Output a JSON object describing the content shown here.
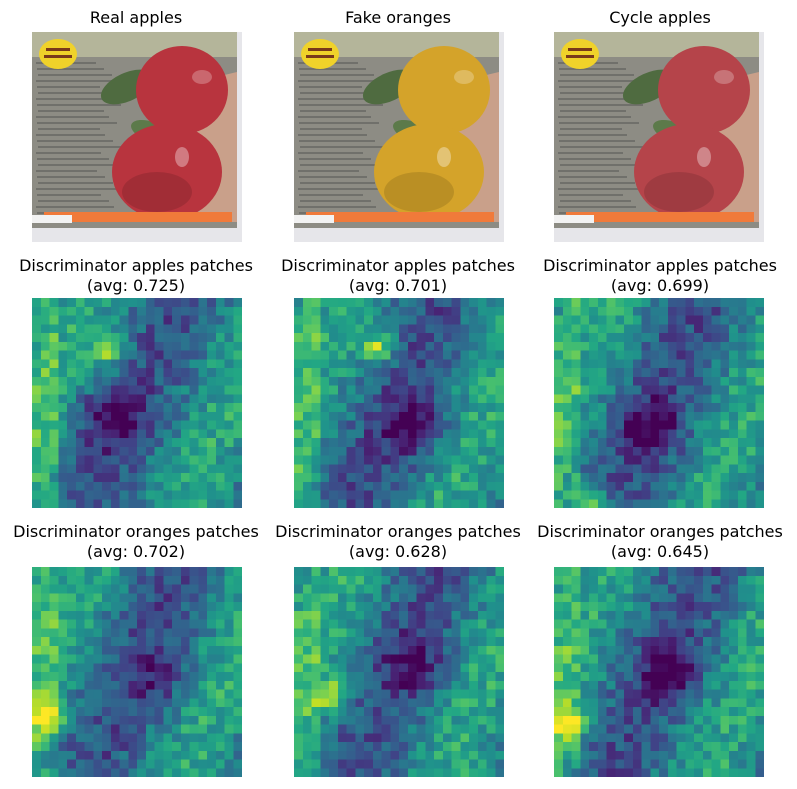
{
  "panels": [
    {
      "id": "real",
      "title": "Real apples",
      "avg": ""
    },
    {
      "id": "fake",
      "title": "Fake oranges",
      "avg": ""
    },
    {
      "id": "cycle",
      "title": "Cycle apples",
      "avg": ""
    },
    {
      "id": "dA1",
      "title": "Discriminator apples patches",
      "avg": "(avg: 0.725)"
    },
    {
      "id": "dA2",
      "title": "Discriminator apples patches",
      "avg": "(avg: 0.701)"
    },
    {
      "id": "dA3",
      "title": "Discriminator apples patches",
      "avg": "(avg: 0.699)"
    },
    {
      "id": "dO1",
      "title": "Discriminator oranges patches",
      "avg": "(avg: 0.702)"
    },
    {
      "id": "dO2",
      "title": "Discriminator oranges patches",
      "avg": "(avg: 0.628)"
    },
    {
      "id": "dO3",
      "title": "Discriminator oranges patches",
      "avg": "(avg: 0.645)"
    }
  ],
  "colors": {
    "real_fruit": "#b8343e",
    "fake_fruit": "#d4a32a",
    "cycle_fruit": "#b5444a",
    "background_warm": "#c9a08a",
    "sticker": "#f0d22a"
  },
  "colormap": "viridis"
}
